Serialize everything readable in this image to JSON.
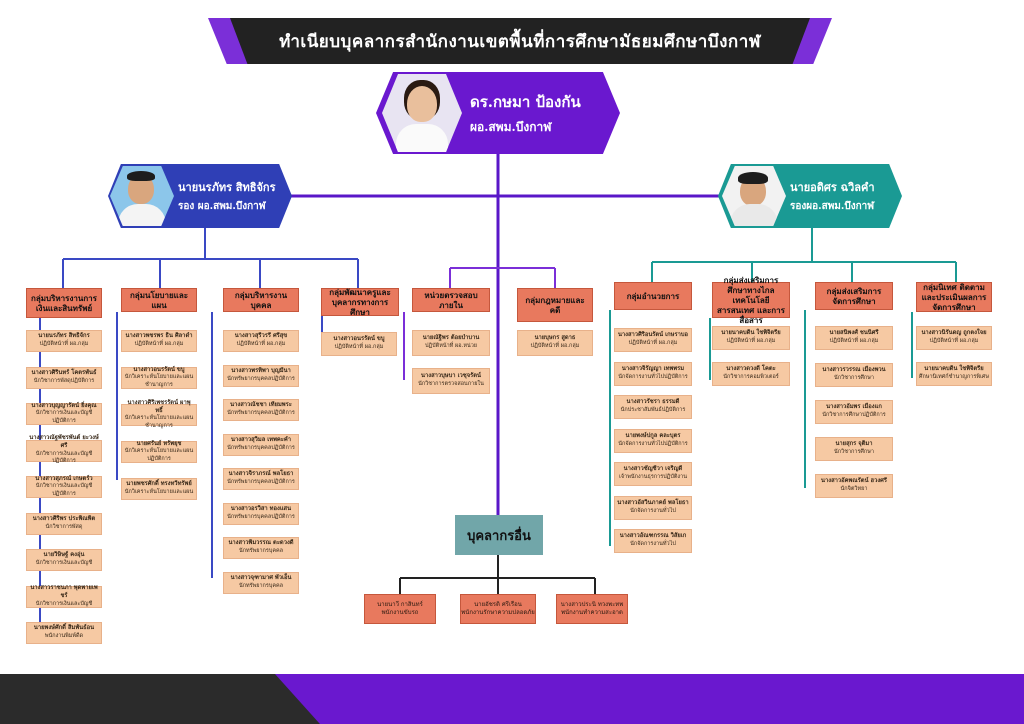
{
  "title": "ทำเนียบบุคลากรสำนักงานเขตพื้นที่การศึกษามัธยมศึกษาบึงกาฬ",
  "colors": {
    "purple": "#6a18cf",
    "blue": "#2f3fb6",
    "teal": "#1a9a94",
    "group": "#e8795e",
    "staff": "#f6c9a3",
    "other_header": "#71a6a9"
  },
  "director": {
    "name": "ดร.กษมา ป้องกัน",
    "position": "ผอ.สพม.บึงกาฬ"
  },
  "deputy_left": {
    "name": "นายนรภัทร สิทธิจักร",
    "position": "รอง ผอ.สพม.บึงกาฬ"
  },
  "deputy_right": {
    "name": "นายอดิศร ฉวิลคำ",
    "position": "รองผอ.สพม.บึงกาฬ"
  },
  "groups": [
    {
      "label": "กลุ่มบริหารงานการเงินและสินทรัพย์",
      "staff": [
        {
          "name": "นายนรภัทร สิทธิจักร",
          "role": "ปฏิบัติหน้าที่ ผอ.กลุ่ม"
        },
        {
          "name": "นางสาวศิรินทร์ โคตรพันธ์",
          "role": "นักวิชาการพัสดุปฏิบัติการ"
        },
        {
          "name": "นางสาวบุญญารัตน์ ยิ่งคุณ",
          "role": "นักวิชาการเงินและบัญชีปฏิบัติการ"
        },
        {
          "name": "นางสาวณัฐพัชรพันต์ ยะวงษ์ศรี",
          "role": "นักวิชาการเงินและบัญชีปฏิบัติการ"
        },
        {
          "name": "นางสาวสุภรณ์ เกษตร์ว",
          "role": "นักวิชาการเงินและบัญชีปฏิบัติการ"
        },
        {
          "name": "นางสาวศิริพร ประพิณพิต",
          "role": "นักวิชาการพัสดุ"
        },
        {
          "name": "นายวิษิษฐ์ คงอุ่น",
          "role": "นักวิชาการเงินและบัญชี"
        },
        {
          "name": "นางสาวราชนภา พุดพายเพชร์",
          "role": "นักวิชาการเงินและบัญชี"
        },
        {
          "name": "นายพงษ์ศักดิ์ สิมพันธ์อน",
          "role": "พนักงานพิมพ์ดีด"
        }
      ]
    },
    {
      "label": "กลุ่มนโยบายและแผน",
      "staff": [
        {
          "name": "นางสาวพชรพร ธิน ศิลาดำ",
          "role": "ปฏิบัติหน้าที่ ผอ.กลุ่ม"
        },
        {
          "name": "นางสาวอนรรัตน์ ขบู",
          "role": "นักวิเคราะห์นโยบายและแผนชำนาญการ"
        },
        {
          "name": "นางสาวศิริเพชรรัตน์ ผาพุทธิ์",
          "role": "นักวิเคราะห์นโยบายและแผนชำนาญการ"
        },
        {
          "name": "นายศรันย์ ทรัพยุช",
          "role": "นักวิเคราะห์นโยบายและแผนปฏิบัติการ"
        },
        {
          "name": "นายพชรศักดิ์ ทรงทวีทรัพย์",
          "role": "นักวิเคราะห์นโยบายและแผน"
        }
      ]
    },
    {
      "label": "กลุ่มบริหารงานบุคคล",
      "staff": [
        {
          "name": "นางสาวสุรีวรรี ศรีสุข",
          "role": "ปฏิบัติหน้าที่ ผอ.กลุ่ม"
        },
        {
          "name": "นางสาวพรทิพา บุญมีนา",
          "role": "นักทรัพยากรบุคคลปฏิบัติการ"
        },
        {
          "name": "นางสาวณัชชา เทียมพระ",
          "role": "นักทรัพยากรบุคคลปฏิบัติการ"
        },
        {
          "name": "นางสาวสุวิมล เทพคะคำ",
          "role": "นักทรัพยากรบุคคลปฏิบัติการ"
        },
        {
          "name": "นางสาวจิราภรณ์ พลโยธา",
          "role": "นักทรัพยากรบุคคลปฏิบัติการ"
        },
        {
          "name": "นางสาวอรวิสา ทองแสน",
          "role": "นักทรัพยากรบุคคลปฏิบัติการ"
        },
        {
          "name": "นางสาวพิมวรรณ ตะดวงดี",
          "role": "นักทรัพยากรบุคคล"
        },
        {
          "name": "นางสาวจุฑามาศ พัวเอ็น",
          "role": "นักทรัพยากรบุคคล"
        }
      ]
    },
    {
      "label": "กลุ่มพัฒนาครูและบุคลากรทางการศึกษา",
      "staff": [
        {
          "name": "นางสาวอนรรัตน์ ขบู",
          "role": "ปฏิบัติหน้าที่ ผอ.กลุ่ม"
        }
      ]
    },
    {
      "label": "หน่วยตรวจสอบภายใน",
      "staff": [
        {
          "name": "นายณัฐิพร ต้อยบำบาน",
          "role": "ปฏิบัติหน้าที่ ผอ.หน่วย"
        },
        {
          "name": "นางสาวบุษบา เวชุจรัตน์",
          "role": "นักวิชาการตรวจสอบภายใน"
        }
      ]
    },
    {
      "label": "กลุ่มกฎหมายและคดี",
      "staff": [
        {
          "name": "นายบุษกร สูดาธ",
          "role": "ปฏิบัติหน้าที่ ผอ.กลุ่ม"
        }
      ]
    },
    {
      "label": "กลุ่มอำนวยการ",
      "staff": [
        {
          "name": "นางสาวศิริอนรัตน์ เกษราบอ",
          "role": "ปฏิบัติหน้าที่ ผอ.กลุ่ม"
        },
        {
          "name": "นางสาวจิรัญญา เทพพรม",
          "role": "นักจัดการงานทั่วไปปฏิบัติการ"
        },
        {
          "name": "นางสาวรัชรา ธรรมดี",
          "role": "นักประชาสัมพันธ์ปฏิบัติการ"
        },
        {
          "name": "นายพงษ์ปกูล คละบุตร",
          "role": "นักจัดการงานทั่วไปปฏิบัติการ"
        },
        {
          "name": "นางสาวชัญชีวา เจริญดี",
          "role": "เจ้าพนักงานธุรการปฏิบัติงาน"
        },
        {
          "name": "นางสาวอัสวินภาคย์ พลโยธา",
          "role": "นักจัดการงานทั่วไป"
        },
        {
          "name": "นางสาวอัณฑกรรณ วิสัยเก",
          "role": "นักจัดการงานทั่วไป"
        }
      ]
    },
    {
      "label": "กลุ่มส่งเสริมการศึกษาทางไกล เทคโนโลยีสารสนเทศ และการสื่อสาร",
      "staff": [
        {
          "name": "นายนาคบดิน ใชพิจิตรีย",
          "role": "ปฏิบัติหน้าที่ ผอ.กลุ่ม"
        },
        {
          "name": "นางสาวดวงดี โคตะ",
          "role": "นักวิชาการคอมพิวเตอร์"
        }
      ]
    },
    {
      "label": "กลุ่มส่งเสริมการจัดการศึกษา",
      "staff": [
        {
          "name": "นายสนิพงศ์ ชนนิศรี",
          "role": "ปฏิบัติหน้าที่ ผอ.กลุ่ม"
        },
        {
          "name": "นางสาวรวรรณ เมืองพวน",
          "role": "นักวิชาการศึกษา"
        },
        {
          "name": "นางสาวอัมพร เมืองแก",
          "role": "นักวิชาการศึกษาปฏิบัติการ"
        },
        {
          "name": "นายสุกร จุติมา",
          "role": "นักวิชาการศึกษา"
        },
        {
          "name": "นางสาวอัคพณรัตน์ ฮวงศรี",
          "role": "นักจิตวิทยา"
        }
      ]
    },
    {
      "label": "กลุ่มนิเทศ ติดตามและประเมินผลการจัดการศึกษา",
      "staff": [
        {
          "name": "นางสาวนิรันดญ ถูกตงใจย",
          "role": "ปฏิบัติหน้าที่ ผอ.กลุ่ม"
        },
        {
          "name": "นายนาคบดิน ใชพิจิตรีย",
          "role": "ศึกษานิเทศก์ชำนาญการพิเศษ"
        }
      ]
    }
  ],
  "other_personnel": {
    "label": "บุคลากรอื่น",
    "items": [
      {
        "name": "นายนาวี กาสินทร์",
        "role": "พนักงานขับรถ"
      },
      {
        "name": "นายอัชรติ ศรีเรือน",
        "role": "พนักงานรักษาความปลอดภัย"
      },
      {
        "name": "นางสาวประนิ ทวงพะทพ",
        "role": "พนักงานทำความสะอาด"
      }
    ]
  }
}
